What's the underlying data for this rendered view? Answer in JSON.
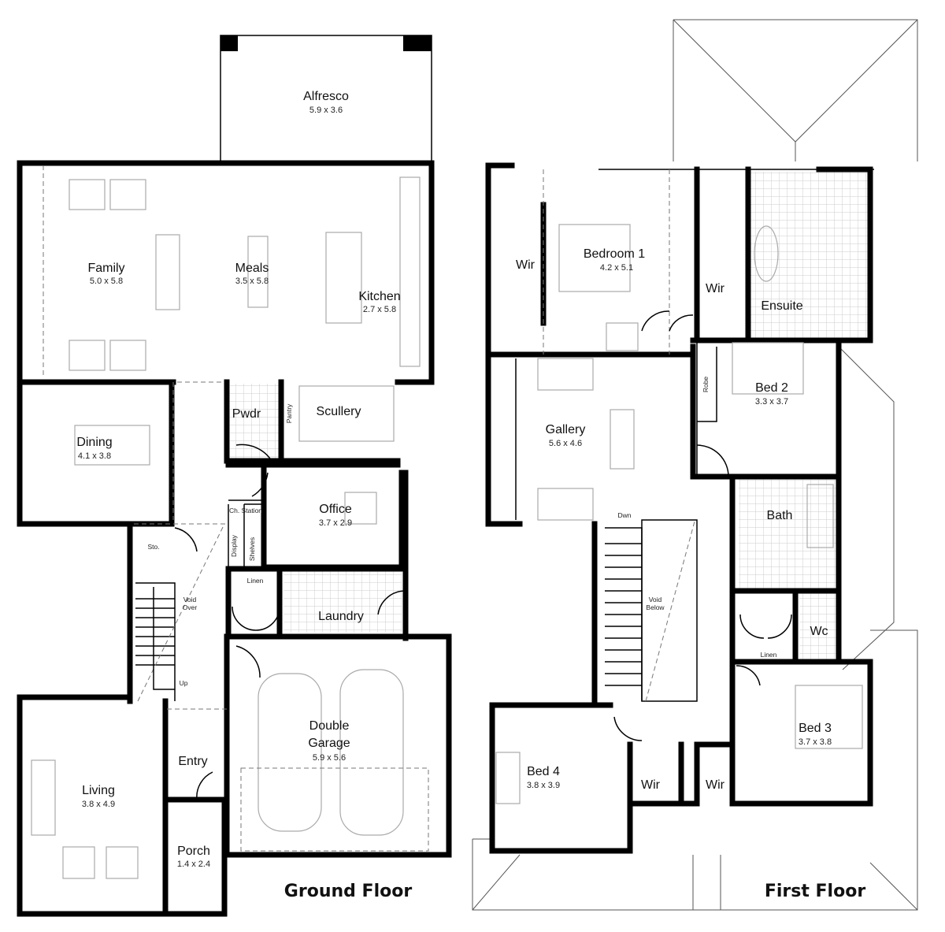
{
  "ground_floor": {
    "title": "Ground Floor",
    "rooms": {
      "alfresco": {
        "name": "Alfresco",
        "size": "5.9 x 3.6"
      },
      "family": {
        "name": "Family",
        "size": "5.0 x 5.8"
      },
      "meals": {
        "name": "Meals",
        "size": "3.5 x 5.8"
      },
      "kitchen": {
        "name": "Kitchen",
        "size": "2.7 x 5.8"
      },
      "dining": {
        "name": "Dining",
        "size": "4.1 x 3.8"
      },
      "pwdr": {
        "name": "Pwdr"
      },
      "pantry": {
        "name": "Pantry"
      },
      "scullery": {
        "name": "Scullery"
      },
      "office": {
        "name": "Office",
        "size": "3.7 x 2.9"
      },
      "ch_station": {
        "name": "Ch. Station"
      },
      "display": {
        "name": "Display"
      },
      "shelves": {
        "name": "Shelves"
      },
      "sto": {
        "name": "Sto."
      },
      "void_over": {
        "line1": "Void",
        "line2": "Over"
      },
      "up": {
        "name": "Up"
      },
      "linen": {
        "name": "Linen"
      },
      "laundry": {
        "name": "Laundry"
      },
      "garage": {
        "line1": "Double",
        "line2": "Garage",
        "size": "5.9 x 5.6"
      },
      "entry": {
        "name": "Entry"
      },
      "living": {
        "name": "Living",
        "size": "3.8 x 4.9"
      },
      "porch": {
        "name": "Porch",
        "size": "1.4 x 2.4"
      }
    }
  },
  "first_floor": {
    "title": "First Floor",
    "rooms": {
      "wir1": {
        "name": "Wir"
      },
      "bedroom1": {
        "name": "Bedroom 1",
        "size": "4.2 x 5.1"
      },
      "wir2": {
        "name": "Wir"
      },
      "ensuite": {
        "name": "Ensuite"
      },
      "robe": {
        "name": "Robe"
      },
      "bed2": {
        "name": "Bed 2",
        "size": "3.3 x 3.7"
      },
      "gallery": {
        "name": "Gallery",
        "size": "5.6 x 4.6"
      },
      "dwn": {
        "name": "Dwn"
      },
      "void_below": {
        "line1": "Void",
        "line2": "Below"
      },
      "bath": {
        "name": "Bath"
      },
      "linen": {
        "name": "Linen"
      },
      "wc": {
        "name": "Wc"
      },
      "bed3": {
        "name": "Bed 3",
        "size": "3.7 x 3.8"
      },
      "bed4": {
        "name": "Bed 4",
        "size": "3.8 x 3.9"
      },
      "wir3": {
        "name": "Wir"
      },
      "wir4": {
        "name": "Wir"
      }
    }
  }
}
